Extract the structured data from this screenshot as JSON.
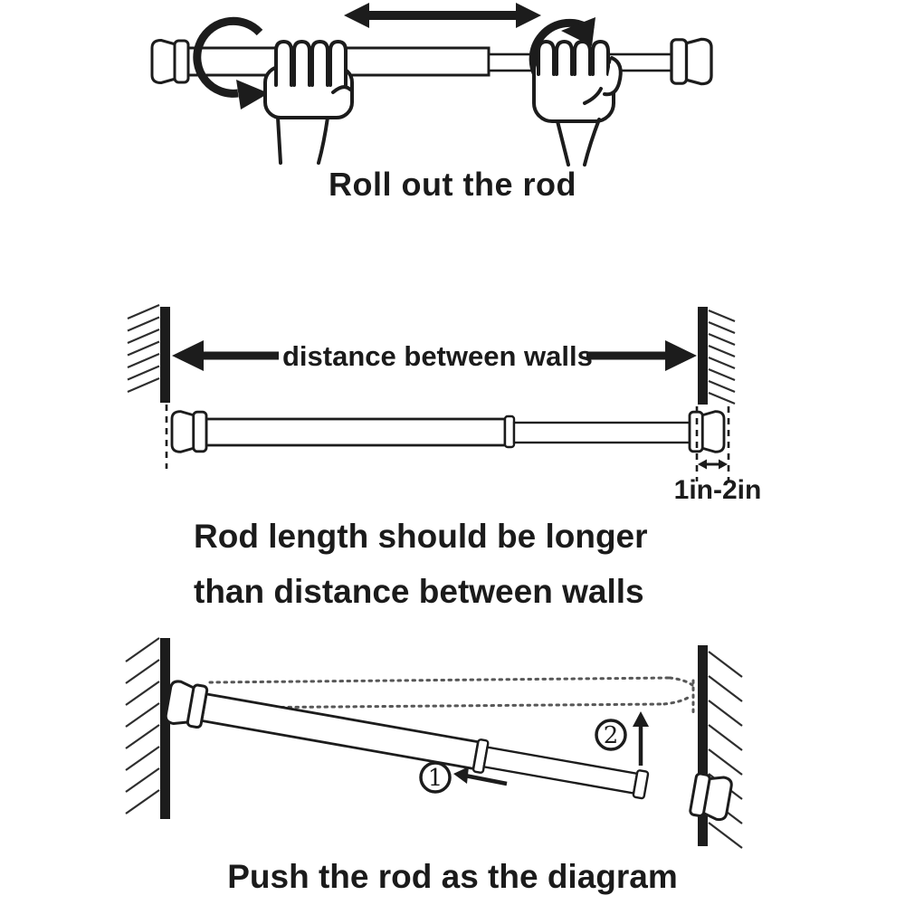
{
  "colors": {
    "ink": "#1c1c1c",
    "background": "#ffffff",
    "hatching": "#2e2e2e",
    "ghost_dots": "#575757"
  },
  "steps": {
    "roll": {
      "caption": "Roll out the rod"
    },
    "length": {
      "distance_label": "distance between walls",
      "overlap_label": "1in-2in",
      "caption_line1": "Rod length should be longer",
      "caption_line2": "than distance between walls"
    },
    "push": {
      "step1": "1",
      "step2": "2",
      "caption": "Push the rod as the diagram"
    }
  }
}
